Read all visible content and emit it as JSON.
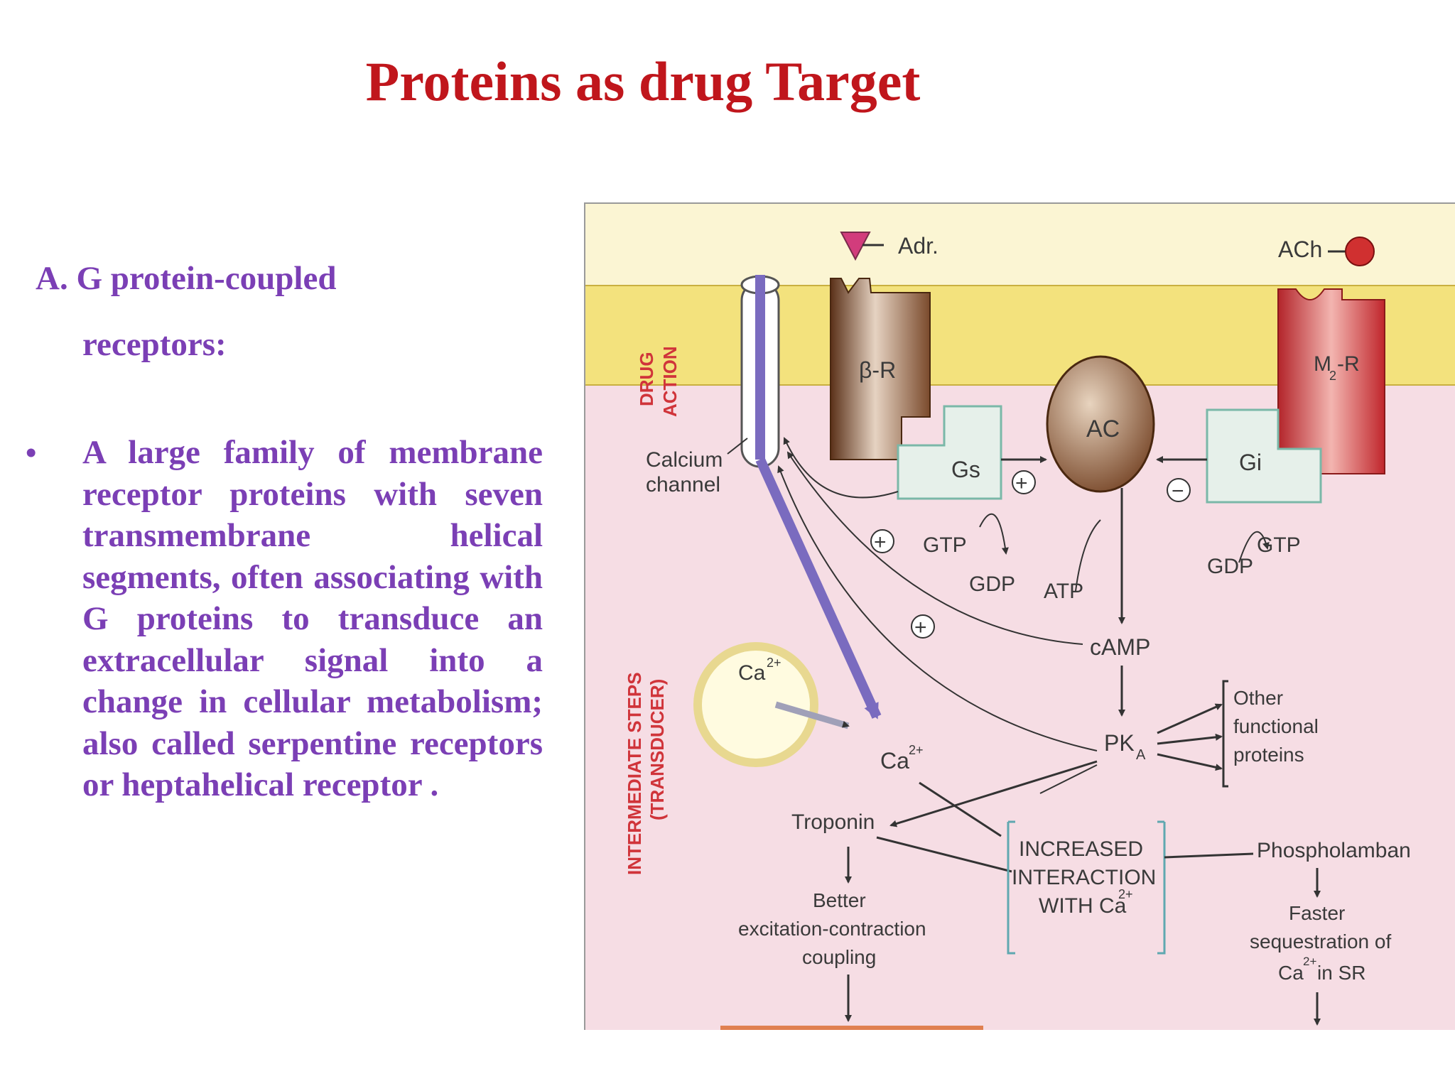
{
  "slide": {
    "title": "Proteins as drug Target",
    "heading_a": "A. G protein-coupled",
    "heading_a_cont": "receptors:",
    "bullet_symbol": "•",
    "bullet_text": "A large family of membrane receptor proteins with seven transmembrane helical segments, often associating with G proteins to transduce an extracellular signal into a change in cellular metabolism; also called serpentine receptors or heptahelical receptor ."
  },
  "diagram": {
    "colors": {
      "extracellular": "#fbf5d3",
      "membrane": "#f3e27d",
      "intracellular": "#f6dde4",
      "beta_receptor": "#7a4a2c",
      "m2_receptor": "#c0262c",
      "ac": "#8a5a3c",
      "g_protein": "#e6f0ea",
      "channel_arrow": "#7a6bbf",
      "side_label": "#d0343a"
    },
    "side_labels": {
      "drug_action_1": "DRUG",
      "drug_action_2": "ACTION",
      "intermediate_1": "INTERMEDIATE STEPS",
      "intermediate_2": "(TRANSDUCER)"
    },
    "ligands": {
      "adrenaline": "Adr.",
      "acetylcholine": "ACh"
    },
    "receptors": {
      "beta": "β-R",
      "m2_main": "M",
      "m2_sub": "2",
      "m2_tail": "-R"
    },
    "channel": {
      "line1": "Calcium",
      "line2": "channel"
    },
    "proteins": {
      "gs": "Gs",
      "gi": "Gi",
      "ac": "AC"
    },
    "signs": {
      "plus": "+",
      "minus": "−"
    },
    "nucleotides": {
      "gtp": "GTP",
      "gdp": "GDP",
      "atp": "ATP"
    },
    "messengers": {
      "camp": "cAMP",
      "pka_main": "PK",
      "pka_sub": "A",
      "ca": "Ca",
      "ca_sup": "2+"
    },
    "targets": {
      "other_1": "Other",
      "other_2": "functional",
      "other_3": "proteins",
      "troponin": "Troponin",
      "better_1": "Better",
      "better_2": "excitation-contraction",
      "better_3": "coupling",
      "increased_1": "INCREASED",
      "increased_2": "INTERACTION",
      "increased_3": "WITH Ca",
      "phospholamban": "Phospholamban",
      "faster_1": "Faster",
      "faster_2": "sequestration of",
      "faster_3": "Ca",
      "faster_3_tail": " in SR"
    }
  }
}
